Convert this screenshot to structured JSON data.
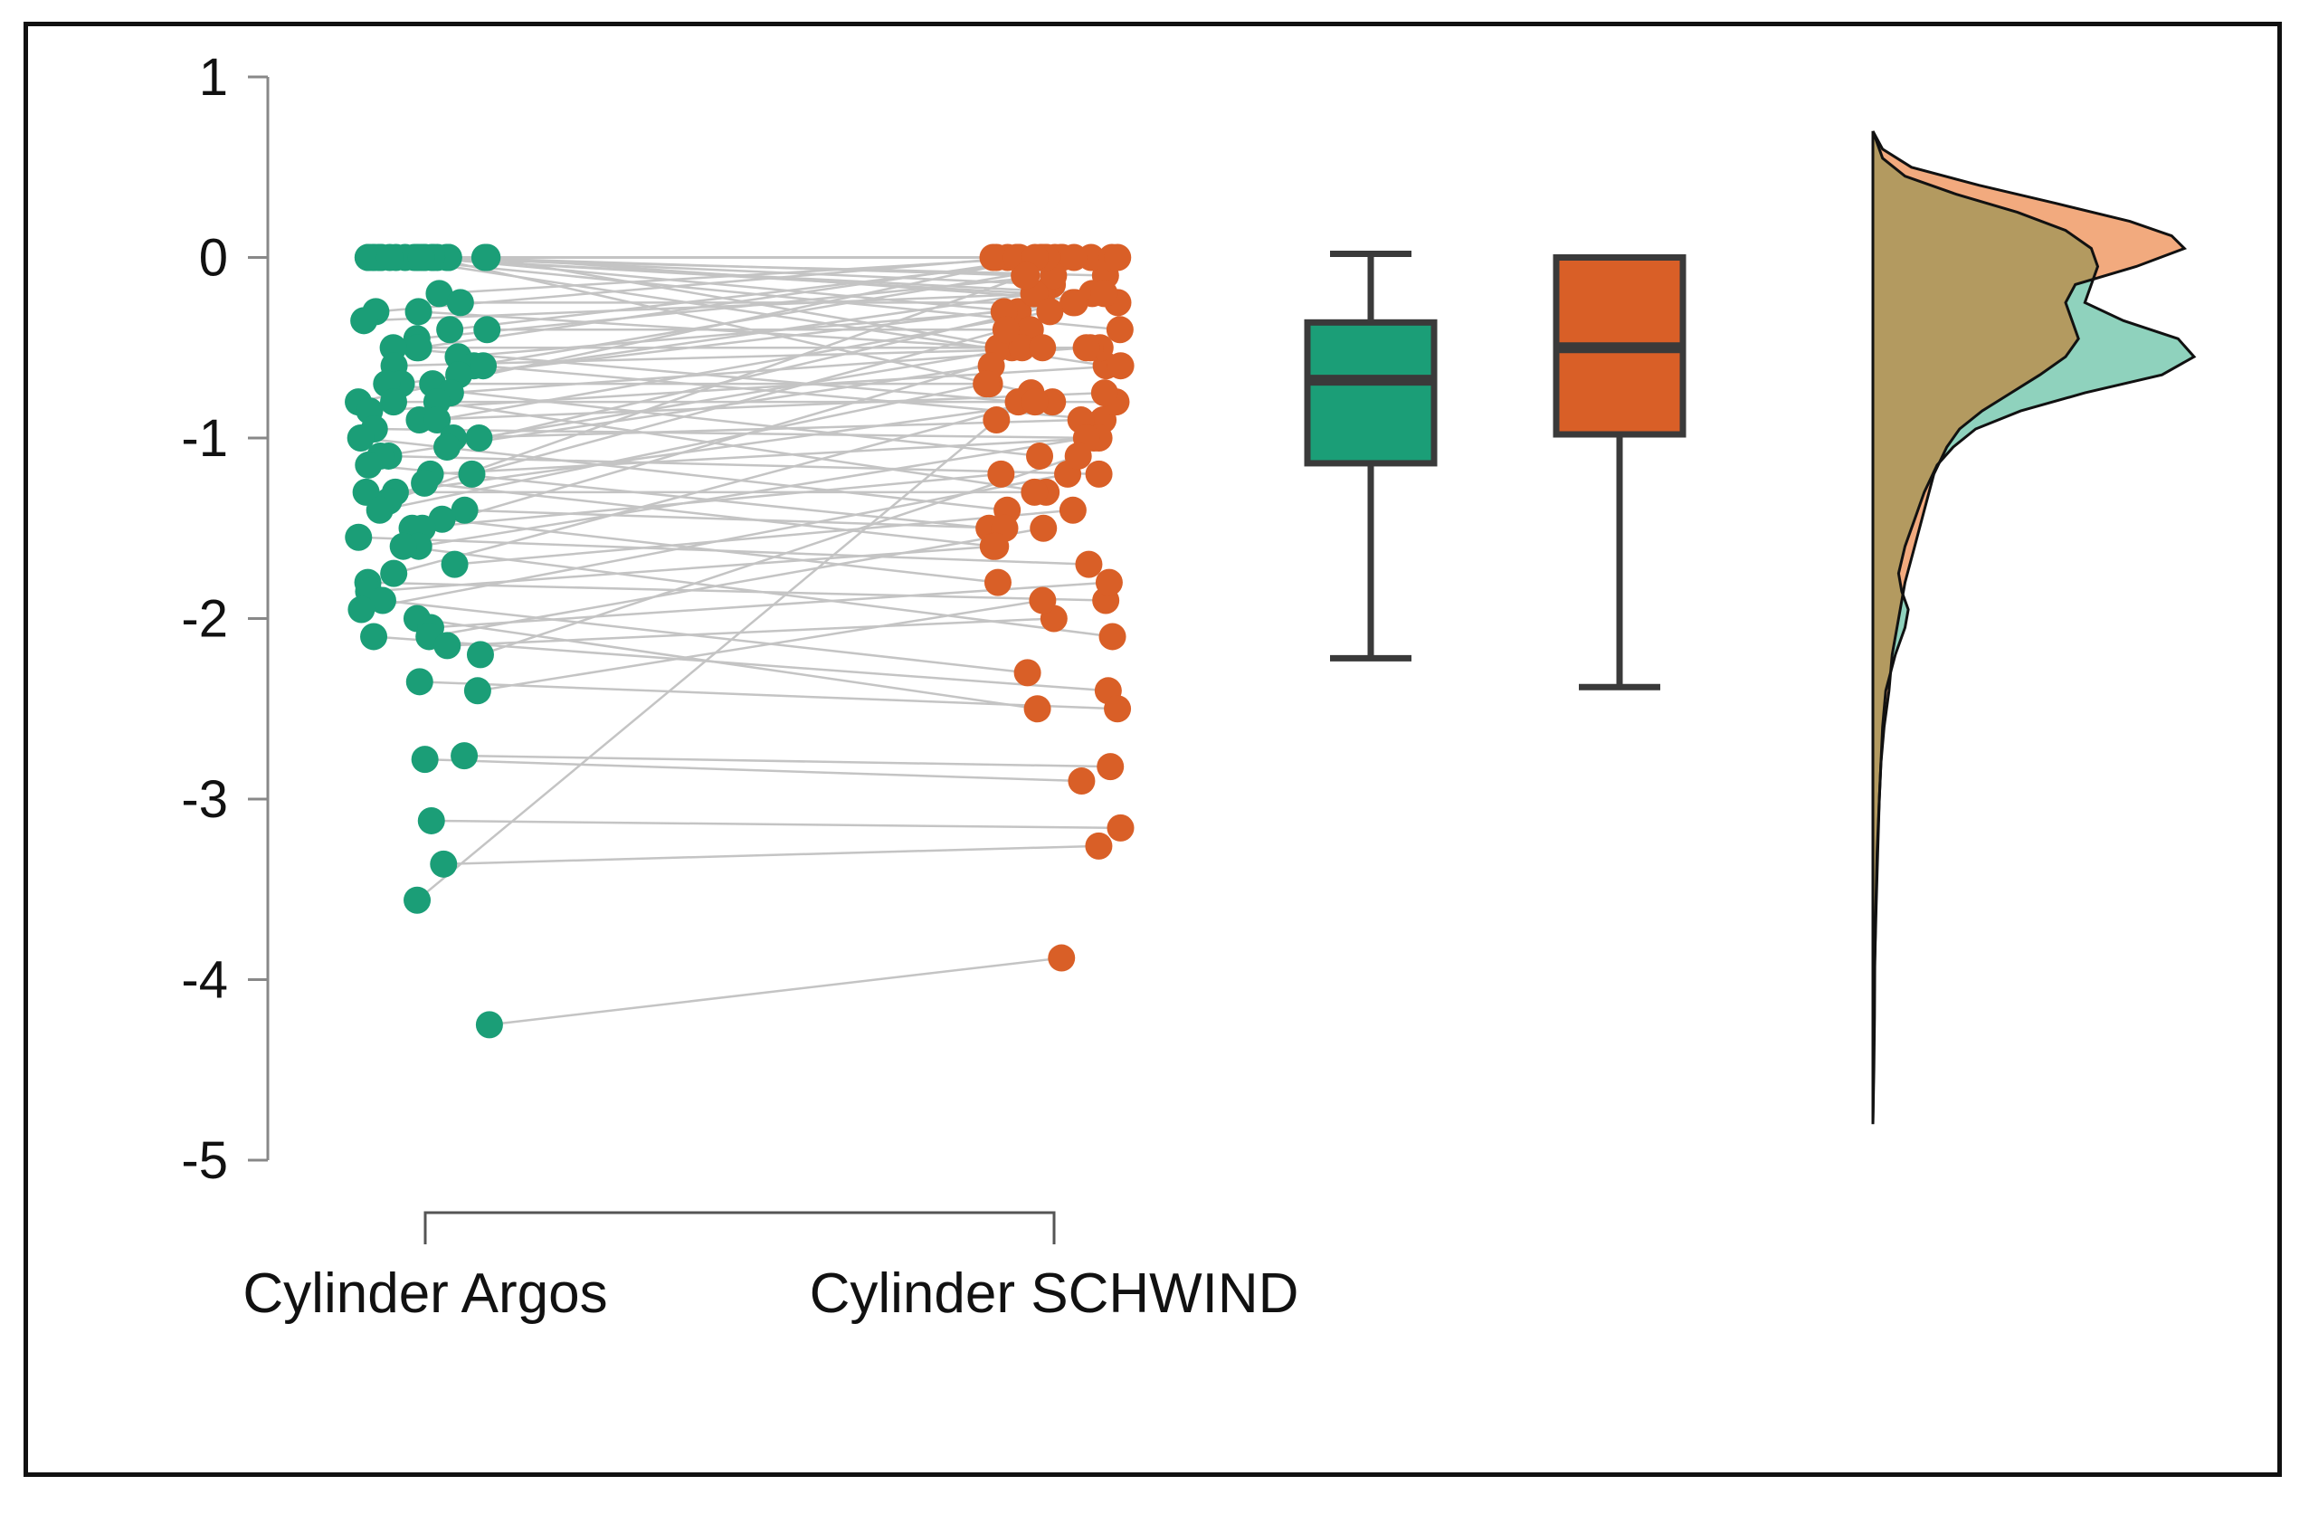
{
  "chart_data": {
    "type": "raincloud",
    "title": "",
    "xlabel": "",
    "ylabel": "",
    "ylim": [
      -5,
      1
    ],
    "yticks": [
      "1",
      "0",
      "-1",
      "-2",
      "-3",
      "-4",
      "-5"
    ],
    "grid": false,
    "legend": "none",
    "categories": [
      "Cylinder Argos",
      "Cylinder SCHWIND"
    ],
    "colors": {
      "argos": "#1b9e77",
      "schwind": "#d95f27",
      "argos_density": "#8fd2bd",
      "schwind_density": "#f2aa7e",
      "overlap": "#b39a60",
      "lines": "#c4c4c4",
      "box_stroke": "#3a3a3a",
      "axis": "#888888"
    },
    "paired_points": [
      [
        0.0,
        0.0
      ],
      [
        0.0,
        0.0
      ],
      [
        0.0,
        0.0
      ],
      [
        0.0,
        -0.1
      ],
      [
        0.0,
        0.0
      ],
      [
        0.0,
        -0.2
      ],
      [
        0.0,
        0.0
      ],
      [
        0.0,
        -0.3
      ],
      [
        0.0,
        0.0
      ],
      [
        0.0,
        -0.15
      ],
      [
        0.0,
        0.0
      ],
      [
        0.0,
        -0.25
      ],
      [
        0.0,
        0.0
      ],
      [
        0.0,
        -0.5
      ],
      [
        0.0,
        0.0
      ],
      [
        0.0,
        -0.1
      ],
      [
        0.0,
        -0.4
      ],
      [
        0.0,
        0.0
      ],
      [
        0.0,
        -0.75
      ],
      [
        0.0,
        0.0
      ],
      [
        0.0,
        -0.2
      ],
      [
        0.0,
        0.0
      ],
      [
        0.0,
        -0.6
      ],
      [
        0.0,
        0.0
      ],
      [
        -0.2,
        0.0
      ],
      [
        -0.25,
        -0.25
      ],
      [
        -0.3,
        0.0
      ],
      [
        -0.3,
        -0.5
      ],
      [
        -0.35,
        -0.2
      ],
      [
        -0.4,
        0.0
      ],
      [
        -0.4,
        -0.4
      ],
      [
        -0.45,
        -0.1
      ],
      [
        -0.5,
        -0.5
      ],
      [
        -0.5,
        0.0
      ],
      [
        -0.5,
        -0.8
      ],
      [
        -0.55,
        -0.3
      ],
      [
        -0.6,
        -0.5
      ],
      [
        -0.6,
        0.0
      ],
      [
        -0.6,
        -0.9
      ],
      [
        -0.65,
        -0.25
      ],
      [
        -0.7,
        -0.7
      ],
      [
        -0.7,
        -0.2
      ],
      [
        -0.7,
        -1.1
      ],
      [
        -0.75,
        -0.5
      ],
      [
        -0.8,
        -0.8
      ],
      [
        -0.8,
        0.0
      ],
      [
        -0.8,
        -1.3
      ],
      [
        -0.85,
        -0.6
      ],
      [
        -0.9,
        -0.75
      ],
      [
        -0.9,
        -0.3
      ],
      [
        -0.95,
        -1.0
      ],
      [
        -1.0,
        -0.5
      ],
      [
        -1.0,
        -1.4
      ],
      [
        -1.0,
        -0.9
      ],
      [
        -1.05,
        -0.2
      ],
      [
        -1.1,
        -1.2
      ],
      [
        -1.1,
        -0.6
      ],
      [
        -1.15,
        -1.5
      ],
      [
        -1.2,
        -1.0
      ],
      [
        -1.2,
        -0.4
      ],
      [
        -1.25,
        -1.6
      ],
      [
        -1.3,
        -0.8
      ],
      [
        -1.3,
        -1.3
      ],
      [
        -1.35,
        -0.1
      ],
      [
        -1.4,
        -1.5
      ],
      [
        -1.4,
        -0.7
      ],
      [
        -1.45,
        -1.8
      ],
      [
        -1.5,
        -1.2
      ],
      [
        -1.5,
        -0.5
      ],
      [
        -1.55,
        -1.7
      ],
      [
        -1.6,
        -1.0
      ],
      [
        -1.6,
        -2.1
      ],
      [
        -1.7,
        -1.4
      ],
      [
        -1.75,
        -0.8
      ],
      [
        -1.8,
        -1.9
      ],
      [
        -1.85,
        -1.6
      ],
      [
        -1.9,
        -2.3
      ],
      [
        -1.95,
        -1.2
      ],
      [
        -2.0,
        -2.5
      ],
      [
        -2.05,
        -1.8
      ],
      [
        -2.1,
        -1.5
      ],
      [
        -2.1,
        -2.4
      ],
      [
        -2.15,
        -2.0
      ],
      [
        -2.2,
        -1.1
      ],
      [
        -2.35,
        -2.5
      ],
      [
        -2.4,
        -1.9
      ],
      [
        -2.78,
        -2.9
      ],
      [
        -2.76,
        -2.82
      ],
      [
        -3.12,
        -3.16
      ],
      [
        -3.36,
        -3.26
      ],
      [
        -3.56,
        -0.9
      ],
      [
        -4.25,
        -3.88
      ]
    ],
    "boxplots": [
      {
        "name": "Cylinder Argos",
        "min": -2.22,
        "q1": -1.14,
        "median": -0.68,
        "q3": -0.36,
        "max": 0.02
      },
      {
        "name": "Cylinder SCHWIND",
        "min": -2.38,
        "q1": -0.98,
        "median": -0.5,
        "q3": 0.0,
        "max": 0.0
      }
    ],
    "density": {
      "range": [
        -4.8,
        0.7
      ],
      "argos": [
        [
          0.7,
          0.0
        ],
        [
          0.55,
          0.03
        ],
        [
          0.45,
          0.1
        ],
        [
          0.35,
          0.26
        ],
        [
          0.25,
          0.45
        ],
        [
          0.15,
          0.6
        ],
        [
          0.05,
          0.68
        ],
        [
          -0.05,
          0.7
        ],
        [
          -0.15,
          0.68
        ],
        [
          -0.25,
          0.66
        ],
        [
          -0.35,
          0.78
        ],
        [
          -0.45,
          0.95
        ],
        [
          -0.55,
          1.0
        ],
        [
          -0.65,
          0.9
        ],
        [
          -0.75,
          0.66
        ],
        [
          -0.85,
          0.46
        ],
        [
          -0.95,
          0.32
        ],
        [
          -1.05,
          0.25
        ],
        [
          -1.15,
          0.2
        ],
        [
          -1.3,
          0.16
        ],
        [
          -1.45,
          0.13
        ],
        [
          -1.6,
          0.1
        ],
        [
          -1.75,
          0.08
        ],
        [
          -1.85,
          0.09
        ],
        [
          -1.95,
          0.11
        ],
        [
          -2.05,
          0.1
        ],
        [
          -2.2,
          0.07
        ],
        [
          -2.4,
          0.04
        ],
        [
          -2.6,
          0.03
        ],
        [
          -2.8,
          0.025
        ],
        [
          -3.0,
          0.02
        ],
        [
          -3.3,
          0.013
        ],
        [
          -3.6,
          0.009
        ],
        [
          -3.9,
          0.006
        ],
        [
          -4.2,
          0.005
        ],
        [
          -4.5,
          0.003
        ],
        [
          -4.8,
          0.0
        ]
      ],
      "schwind": [
        [
          0.7,
          0.0
        ],
        [
          0.6,
          0.03
        ],
        [
          0.5,
          0.12
        ],
        [
          0.4,
          0.33
        ],
        [
          0.3,
          0.57
        ],
        [
          0.2,
          0.8
        ],
        [
          0.12,
          0.93
        ],
        [
          0.05,
          0.97
        ],
        [
          -0.05,
          0.82
        ],
        [
          -0.15,
          0.63
        ],
        [
          -0.25,
          0.6
        ],
        [
          -0.35,
          0.62
        ],
        [
          -0.45,
          0.64
        ],
        [
          -0.55,
          0.6
        ],
        [
          -0.65,
          0.52
        ],
        [
          -0.75,
          0.43
        ],
        [
          -0.85,
          0.34
        ],
        [
          -0.95,
          0.27
        ],
        [
          -1.05,
          0.23
        ],
        [
          -1.2,
          0.19
        ],
        [
          -1.4,
          0.16
        ],
        [
          -1.6,
          0.13
        ],
        [
          -1.8,
          0.1
        ],
        [
          -2.0,
          0.08
        ],
        [
          -2.2,
          0.06
        ],
        [
          -2.4,
          0.05
        ],
        [
          -2.6,
          0.035
        ],
        [
          -2.8,
          0.025
        ],
        [
          -3.0,
          0.02
        ],
        [
          -3.3,
          0.015
        ],
        [
          -3.6,
          0.01
        ],
        [
          -3.9,
          0.006
        ],
        [
          -4.2,
          0.003
        ],
        [
          -4.5,
          0.002
        ],
        [
          -4.8,
          0.0
        ]
      ]
    }
  }
}
